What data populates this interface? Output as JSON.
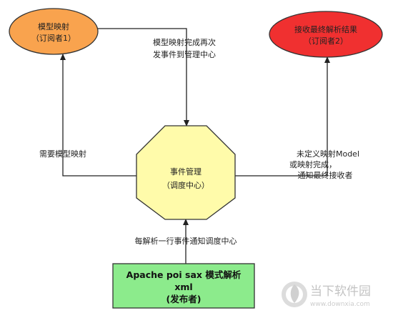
{
  "nodes": {
    "subscriber1": {
      "line1": "模型映射",
      "line2": "（订阅者1）",
      "fill": "#F9A34E"
    },
    "subscriber2": {
      "line1": "接收最终解析结果",
      "line2": "（订阅者2）",
      "fill": "#F03030"
    },
    "event_manager": {
      "line1": "事件管理",
      "line2": "（调度中心）",
      "fill": "#FFFBAA"
    },
    "publisher": {
      "line1": "Apache poi sax 模式解析",
      "line2": "xml",
      "line3": "(发布者)",
      "fill": "#8CEB8C"
    }
  },
  "edges": {
    "sub1_to_manager": {
      "line1": "模型映射完成再次",
      "line2": "发事件到管理中心"
    },
    "manager_to_sub1": {
      "line1": "需要模型映射"
    },
    "manager_to_sub2": {
      "line1": "未定义映射Model",
      "line2": "或映射完成，",
      "line3": "通知最终接收者"
    },
    "publisher_to_manager": {
      "line1": "每解析一行事件通知调度中心"
    }
  },
  "watermark": {
    "brand": "当下软件园",
    "url": "www.downxia.com"
  }
}
